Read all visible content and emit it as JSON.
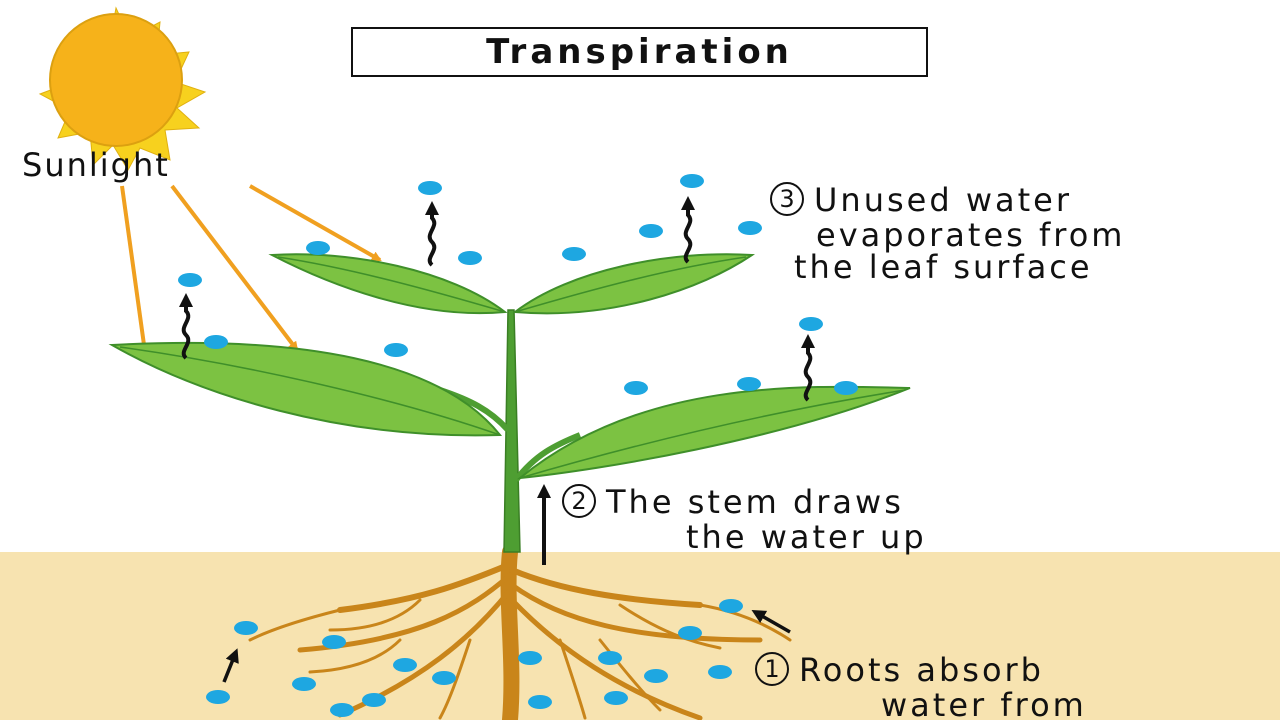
{
  "title": "Transpiration",
  "sun_label": "Sunlight",
  "steps": [
    {
      "number": "1",
      "line1": "Roots absorb",
      "line2": "water from"
    },
    {
      "number": "2",
      "line1": "The stem draws",
      "line2": "the water up"
    },
    {
      "number": "3",
      "line1": "Unused water",
      "line2": "evaporates from",
      "line3": "the leaf surface"
    }
  ],
  "colors": {
    "sun": "#f6b21a",
    "sun_ray": "#f7d11e",
    "sunlight_arrow": "#f0a020",
    "leaf": "#7cc242",
    "leaf_dark": "#3f8f2a",
    "stem": "#4e9e32",
    "soil": "#f7e3b0",
    "root": "#c9851a",
    "water_drop": "#1ea7e1"
  }
}
